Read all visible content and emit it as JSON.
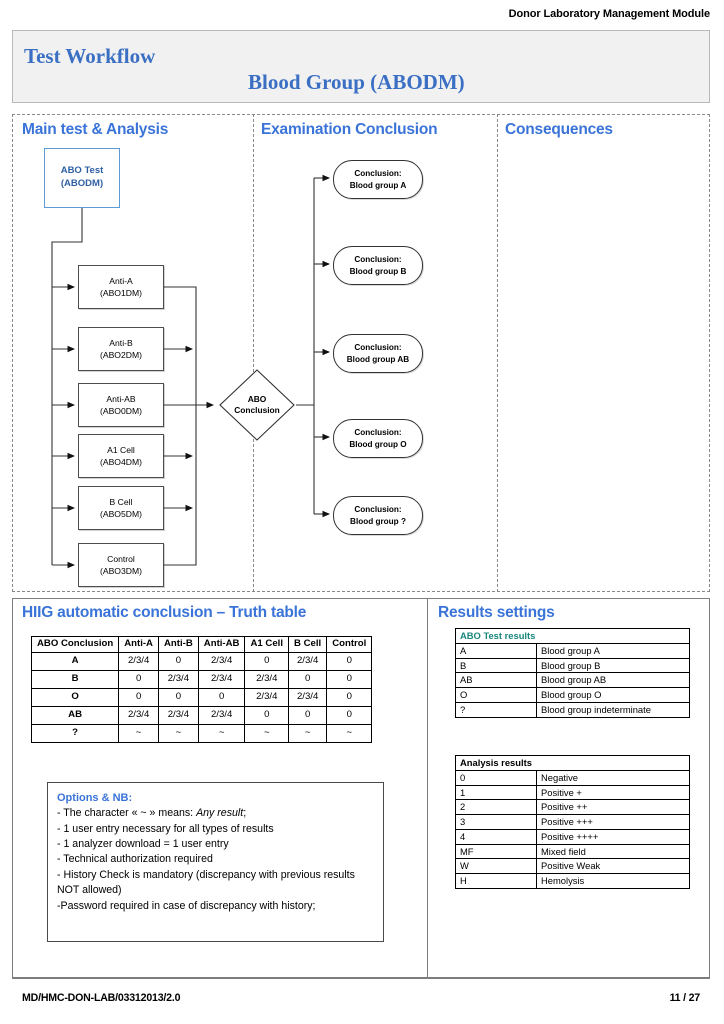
{
  "document": {
    "running_header": "Donor Laboratory Management Module",
    "footer_reference": "MD/HMC-DON-LAB/03312013/2.0",
    "footer_page": "11 / 27"
  },
  "title_band": {
    "workflow_label": "Test Workflow",
    "test_name": "Blood Group (ABODM)"
  },
  "colors": {
    "heading_blue": "#3a74d8",
    "title_blue": "#3a6fc4",
    "abo_box_blue": "#2e5fa3",
    "abo_box_border": "#5b9bd5",
    "teal_header": "#18867d",
    "band_background": "#f1f1f1"
  },
  "flow": {
    "columns": [
      {
        "label": "Main test & Analysis"
      },
      {
        "label": "Examination Conclusion"
      },
      {
        "label": "Consequences"
      }
    ],
    "start_box": {
      "line1": "ABO Test",
      "line2": "(ABODM)"
    },
    "process_boxes": [
      {
        "line1": "Anti-A",
        "line2": "(ABO1DM)"
      },
      {
        "line1": "Anti-B",
        "line2": "(ABO2DM)"
      },
      {
        "line1": "Anti-AB",
        "line2": "(ABO0DM)"
      },
      {
        "line1": "A1 Cell",
        "line2": "(ABO4DM)"
      },
      {
        "line1": "B Cell",
        "line2": "(ABO5DM)"
      },
      {
        "line1": "Control",
        "line2": "(ABO3DM)"
      }
    ],
    "decision": {
      "line1": "ABO",
      "line2": "Conclusion"
    },
    "conclusions": [
      {
        "line1": "Conclusion:",
        "line2": "Blood group A"
      },
      {
        "line1": "Conclusion:",
        "line2": "Blood group B"
      },
      {
        "line1": "Conclusion:",
        "line2": "Blood group AB"
      },
      {
        "line1": "Conclusion:",
        "line2": "Blood group O"
      },
      {
        "line1": "Conclusion:",
        "line2": "Blood group ?"
      }
    ]
  },
  "truth_table": {
    "heading": "HIIG automatic conclusion – Truth table",
    "columns": [
      "ABO Conclusion",
      "Anti-A",
      "Anti-B",
      "Anti-AB",
      "A1 Cell",
      "B Cell",
      "Control"
    ],
    "rows": [
      [
        "A",
        "2/3/4",
        "0",
        "2/3/4",
        "0",
        "2/3/4",
        "0"
      ],
      [
        "B",
        "0",
        "2/3/4",
        "2/3/4",
        "2/3/4",
        "0",
        "0"
      ],
      [
        "O",
        "0",
        "0",
        "0",
        "2/3/4",
        "2/3/4",
        "0"
      ],
      [
        "AB",
        "2/3/4",
        "2/3/4",
        "2/3/4",
        "0",
        "0",
        "0"
      ],
      [
        "?",
        "~",
        "~",
        "~",
        "~",
        "~",
        "~"
      ]
    ]
  },
  "options": {
    "title": "Options & NB:",
    "lines": [
      "- The character « ~ » means: ",
      "- 1 user entry necessary for all types of results",
      "- 1 analyzer download = 1 user entry",
      "- Technical authorization required",
      "- History Check is mandatory (discrepancy with previous results NOT allowed)",
      "-Password required in case of discrepancy with history;"
    ],
    "italic_fragment": "Any result",
    "italic_tail": ";"
  },
  "results_settings": {
    "heading": "Results settings",
    "abo_test_results": {
      "header": "ABO Test results",
      "rows": [
        [
          "A",
          "Blood group A"
        ],
        [
          "B",
          "Blood group B"
        ],
        [
          "AB",
          "Blood group AB"
        ],
        [
          "O",
          "Blood group O"
        ],
        [
          "?",
          "Blood group indeterminate"
        ]
      ]
    },
    "analysis_results": {
      "header": "Analysis results",
      "rows": [
        [
          "0",
          "Negative"
        ],
        [
          "1",
          "Positive +"
        ],
        [
          "2",
          "Positive ++"
        ],
        [
          "3",
          "Positive +++"
        ],
        [
          "4",
          "Positive ++++"
        ],
        [
          "MF",
          "Mixed field"
        ],
        [
          "W",
          "Positive Weak"
        ],
        [
          "H",
          "Hemolysis"
        ]
      ]
    }
  }
}
